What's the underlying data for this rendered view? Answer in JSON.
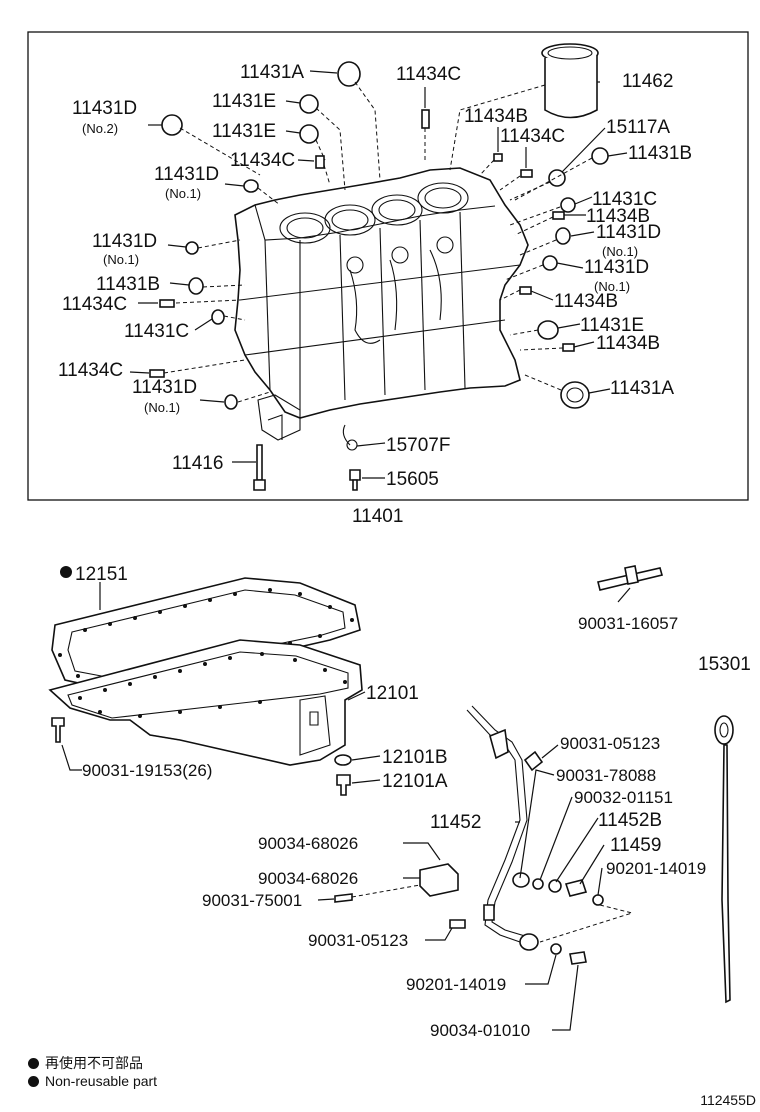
{
  "block_labels": {
    "p11431A_top": "11431A",
    "p11434C_top": "11434C",
    "p11462": "11462",
    "p11431D_no2": "11431D",
    "no2": "(No.2)",
    "p11431E_1": "11431E",
    "p11434B_top": "11434B",
    "p11434C_2": "11434C",
    "p15117A": "15117A",
    "p11431E_2": "11431E",
    "p11431B_right": "11431B",
    "p11434C_3": "11434C",
    "p11431D_no1_a": "11431D",
    "no1_a": "(No.1)",
    "p11431C_right": "11431C",
    "p11434B_right": "11434B",
    "p11431D_right1": "11431D",
    "no1_r1": "(No.1)",
    "p11431D_left1": "11431D",
    "no1_l1": "(No.1)",
    "p11431D_right2": "11431D",
    "no1_r2": "(No.1)",
    "p11431B_left": "11431B",
    "p11434C_left": "11434C",
    "p11434B_right2": "11434B",
    "p11431C_left": "11431C",
    "p11431E_right": "11431E",
    "p11434B_right3": "11434B",
    "p11434C_left2": "11434C",
    "p11431A_right": "11431A",
    "p11431D_left2": "11431D",
    "no1_l2": "(No.1)",
    "p15707F": "15707F",
    "p11416": "11416",
    "p15605": "15605",
    "p11401": "11401"
  },
  "lower_labels": {
    "p12151": "12151",
    "p90031_16057": "90031-16057",
    "p15301": "15301",
    "p12101": "12101",
    "p90031_19153": "90031-19153(26)",
    "p12101B": "12101B",
    "p12101A": "12101A",
    "p90031_05123_a": "90031-05123",
    "p90031_78088": "90031-78088",
    "p90032_01151": "90032-01151",
    "p11452": "11452",
    "p11452B": "11452B",
    "p11459": "11459",
    "p90034_68026_a": "90034-68026",
    "p90201_14019_a": "90201-14019",
    "p90034_68026_b": "90034-68026",
    "p90031_75001": "90031-75001",
    "p90031_05123_b": "90031-05123",
    "p90201_14019_b": "90201-14019",
    "p90034_01010": "90034-01010"
  },
  "legend": {
    "line1": "再使用不可部品",
    "line2": "Non-reusable part"
  },
  "ref_code": "112455D"
}
